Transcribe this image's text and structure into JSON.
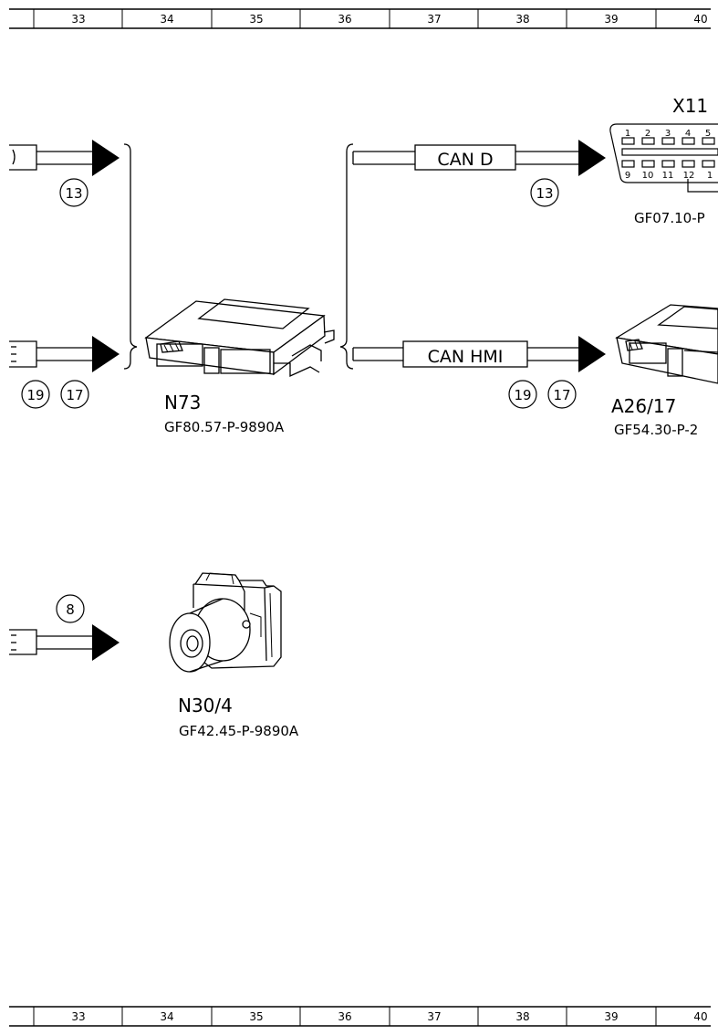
{
  "ruler": {
    "columns": [
      "33",
      "34",
      "35",
      "36",
      "37",
      "38",
      "39",
      "40"
    ]
  },
  "buses": {
    "can_d": "CAN D",
    "can_hmi": "CAN HMI"
  },
  "refs": {
    "top_left": "13",
    "top_right": "13",
    "mid_left_a": "19",
    "mid_left_b": "17",
    "mid_right_a": "19",
    "mid_right_b": "17",
    "bottom_left": "8"
  },
  "components": {
    "x11": {
      "id": "X11",
      "ref": "GF07.10-P",
      "pins_top": [
        "1",
        "2",
        "3",
        "4",
        "5"
      ],
      "pins_bottom": [
        "9",
        "10",
        "11",
        "12",
        "1"
      ]
    },
    "n73": {
      "id": "N73",
      "ref": "GF80.57-P-9890A"
    },
    "a26_17": {
      "id": "A26/17",
      "ref": "GF54.30-P-2"
    },
    "n30_4": {
      "id": "N30/4",
      "ref": "GF42.45-P-9890A"
    }
  },
  "colors": {
    "line": "#000000",
    "background": "#ffffff"
  }
}
